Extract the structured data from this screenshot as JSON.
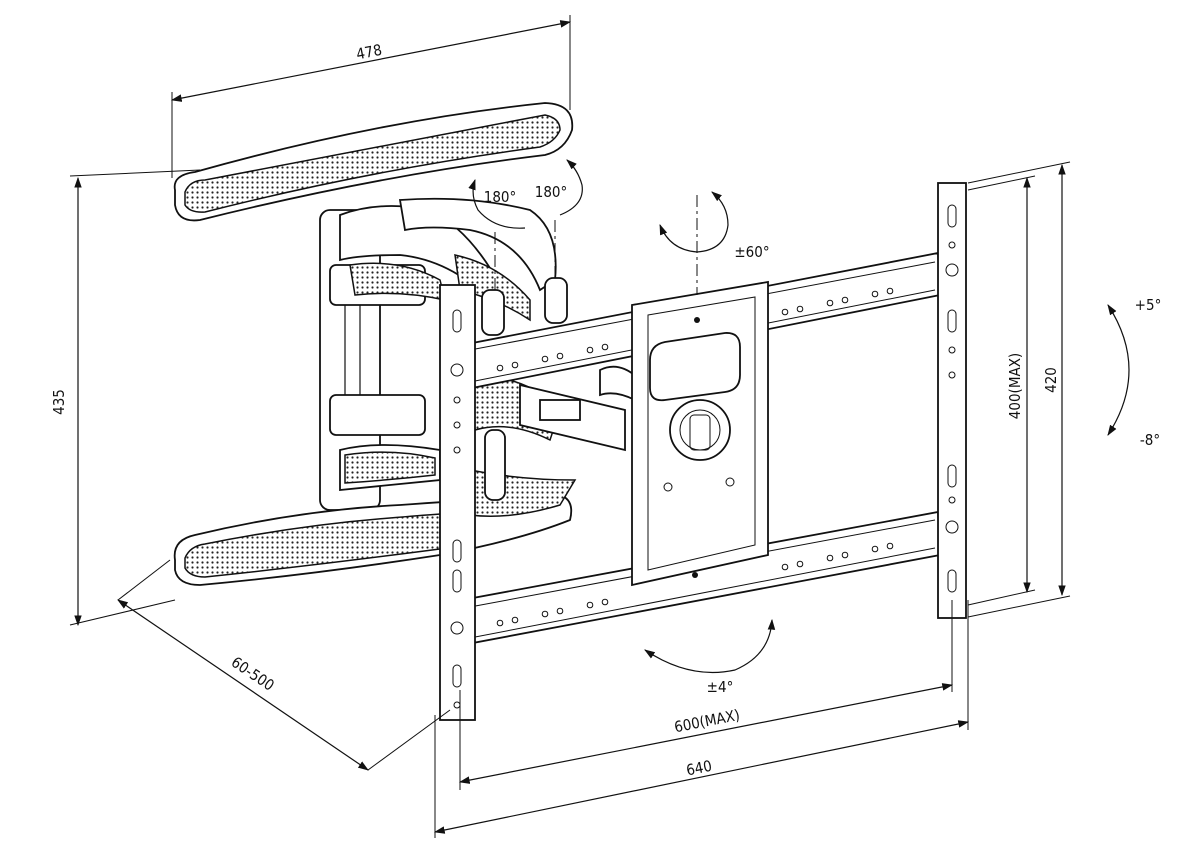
{
  "dimensions": {
    "depth_arm_width": "478",
    "wall_plate_height": "435",
    "extension": "60-500",
    "vesa_horizontal": "600(MAX)",
    "overall_width": "640",
    "vesa_vertical": "400(MAX)",
    "overall_height": "420"
  },
  "angles": {
    "swivel_left": "180°",
    "swivel_right": "180°",
    "swivel_center": "±60°",
    "tilt_up": "+5°",
    "tilt_down": "-8°",
    "rotation": "±4°"
  }
}
